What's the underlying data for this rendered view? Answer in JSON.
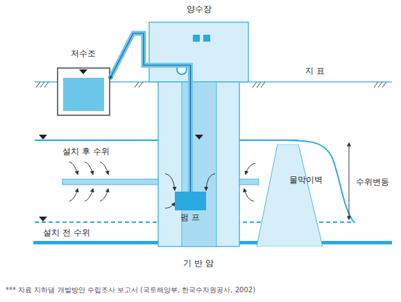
{
  "diagram": {
    "caption": "*** 자료  지하댐 개발방안 수립조사 보고서 (국토해양부, 한국수자원공사, 2002)",
    "nodes": [
      {
        "text": [
          "양수장"
        ]
      },
      {
        "text": [
          "저수조"
        ]
      },
      {
        "text": [
          "펌 프"
        ],
        "in": 0
      },
      {
        "text": [
          "물막이벽"
        ]
      }
    ],
    "edges": [
      {
        "from": 2,
        "to": 1,
        "arrow": "to"
      }
    ],
    "labels": [
      "지 표",
      "설치 후 수위",
      "설치 전 수위",
      "수위변동",
      "기 반 암"
    ]
  }
}
